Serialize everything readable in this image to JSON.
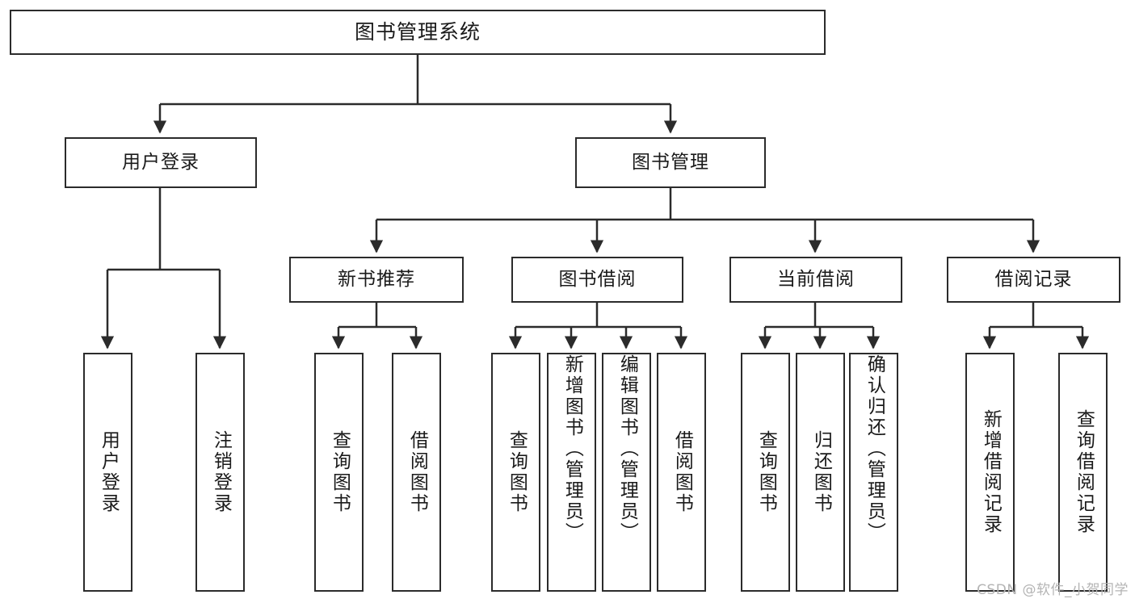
{
  "diagram": {
    "type": "tree-hierarchy-chart",
    "title": "图书管理系统",
    "watermark": "CSDN @软件_小贺同学",
    "colors": {
      "box_border": "#2b2b2b",
      "box_fill": "#ffffff",
      "connector": "#2b2b2b",
      "text": "#1a1a1a",
      "watermark": "#b4b4b4",
      "background": "#ffffff"
    },
    "root": {
      "label": "图书管理系统"
    },
    "level2": [
      {
        "label": "用户登录"
      },
      {
        "label": "图书管理"
      }
    ],
    "level3": [
      {
        "label": "新书推荐"
      },
      {
        "label": "图书借阅"
      },
      {
        "label": "当前借阅"
      },
      {
        "label": "借阅记录"
      }
    ],
    "leaves": {
      "user_login": [
        {
          "label": "用户登录",
          "align": "center"
        },
        {
          "label": "注销登录",
          "align": "center"
        }
      ],
      "new_book_recommend": [
        {
          "label": "查询图书",
          "align": "center"
        },
        {
          "label": "借阅图书",
          "align": "center"
        }
      ],
      "book_borrow": [
        {
          "label": "查询图书",
          "align": "center"
        },
        {
          "label": "新增图书（管理员）",
          "align": "top"
        },
        {
          "label": "编辑图书（管理员）",
          "align": "top"
        },
        {
          "label": "借阅图书",
          "align": "center"
        }
      ],
      "current_borrow": [
        {
          "label": "查询图书",
          "align": "center"
        },
        {
          "label": "归还图书",
          "align": "center"
        },
        {
          "label": "确认归还（管理员）",
          "align": "top"
        }
      ],
      "borrow_record": [
        {
          "label": "新增借阅记录",
          "align": "center"
        },
        {
          "label": "查询借阅记录",
          "align": "center"
        }
      ]
    }
  }
}
